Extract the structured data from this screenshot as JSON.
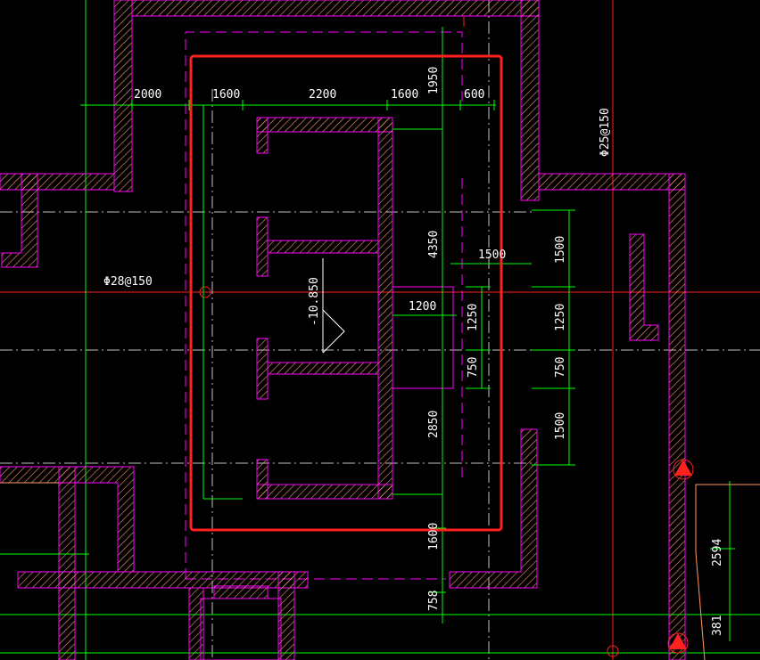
{
  "drawing": {
    "dimensions": {
      "top_2000": "2000",
      "top_1600_left": "1600",
      "top_2200": "2200",
      "top_1600_right": "1600",
      "top_600": "600",
      "vert_1950": "1950",
      "vert_4350": "4350",
      "vert_2850": "2850",
      "vert_1600": "1600",
      "vert_758": "758",
      "mid_1500": "1500",
      "mid_1200": "1200",
      "mid_1250": "1250",
      "mid_750": "750",
      "right_1500_top": "1500",
      "right_1250": "1250",
      "right_750": "750",
      "right_1500_bottom": "1500",
      "far_2594": "2594",
      "far_381": "381"
    },
    "rebar_left": "Φ28@150",
    "rebar_right": "Φ25@150",
    "elevation": "-10.850"
  },
  "colors": {
    "background": "#000000",
    "wall": "#ff00ff",
    "hatch": "#ff9966",
    "dim": "#00ff00",
    "axis_red": "#ff2020",
    "highlight": "#ff2020",
    "text": "#ffffff",
    "gridline": "#00ffff"
  }
}
